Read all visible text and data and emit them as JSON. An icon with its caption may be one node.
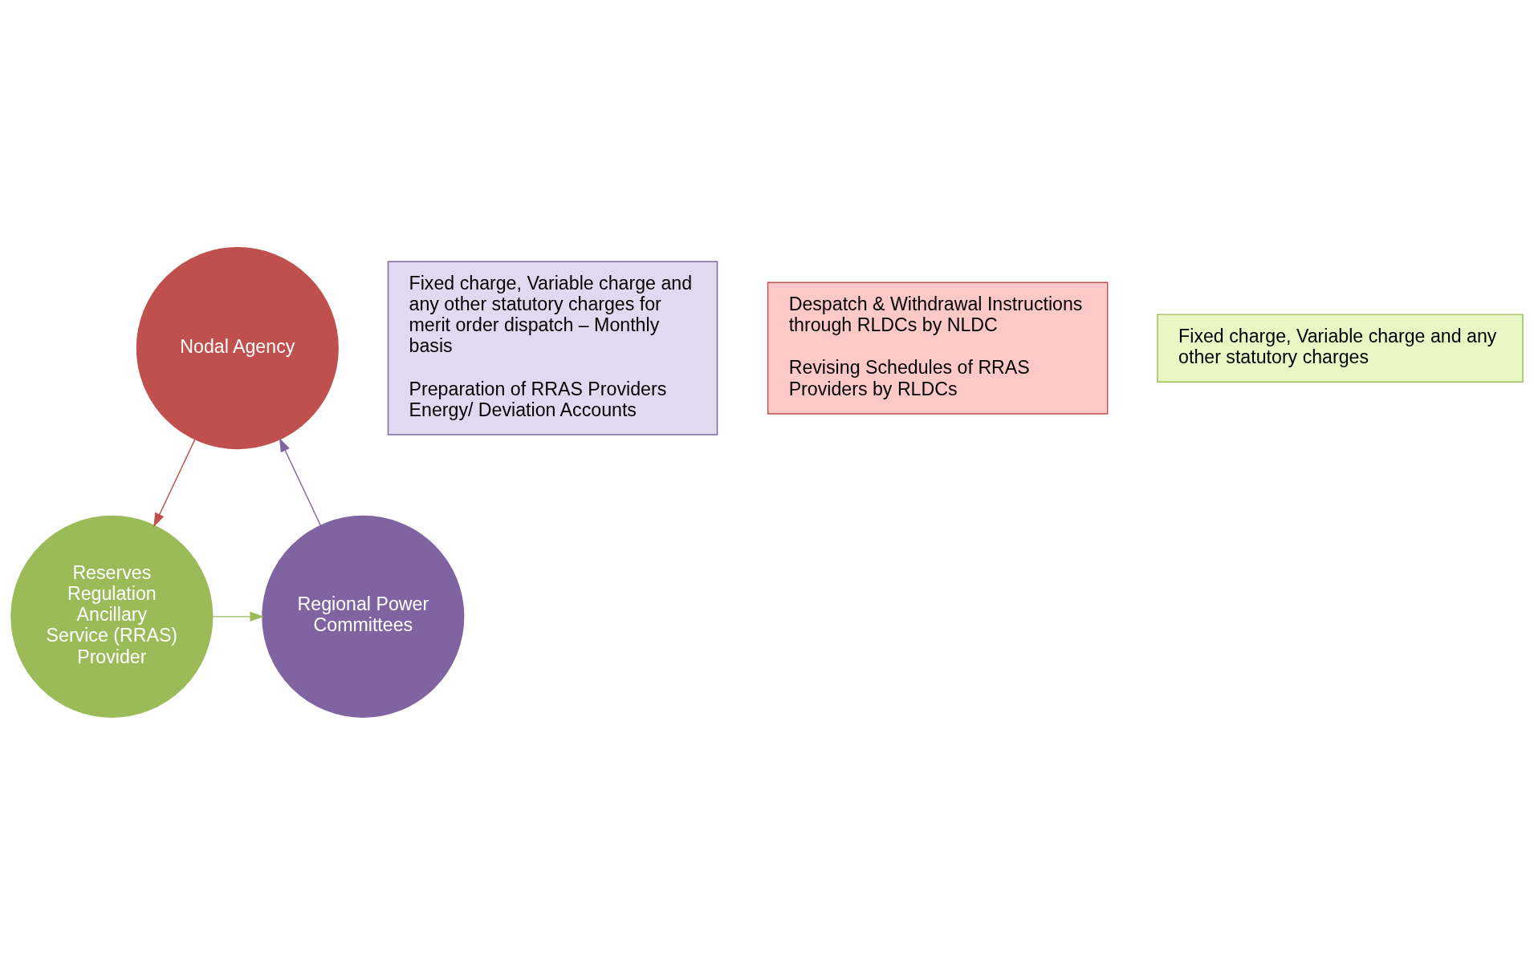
{
  "diagram": {
    "nodes": [
      {
        "text": [
          "Nodal Agency"
        ]
      },
      {
        "text": [
          "Reserves Regulation Ancillary Service (RRAS) Provider"
        ]
      },
      {
        "text": [
          "Regional Power Committees"
        ]
      },
      {
        "text": [
          "Fixed charge, Variable charge and any other statutory charges for merit order dispatch – Monthly basis",
          "Preparation of RRAS Providers Energy/ Deviation Accounts"
        ]
      },
      {
        "text": [
          "Despatch & Withdrawal Instructions through RLDCs by NLDC",
          "Revising Schedules of RRAS Providers by RLDCs"
        ]
      },
      {
        "text": [
          "Fixed charge, Variable charge and any other statutory charges"
        ]
      }
    ],
    "edges": [
      {
        "from": 0,
        "to": 1,
        "arrow": "to",
        "color": "#c0504d"
      },
      {
        "from": 1,
        "to": 2,
        "arrow": "to",
        "color": "#9bbb59"
      },
      {
        "from": 2,
        "to": 0,
        "arrow": "to",
        "color": "#8064a2"
      }
    ]
  }
}
